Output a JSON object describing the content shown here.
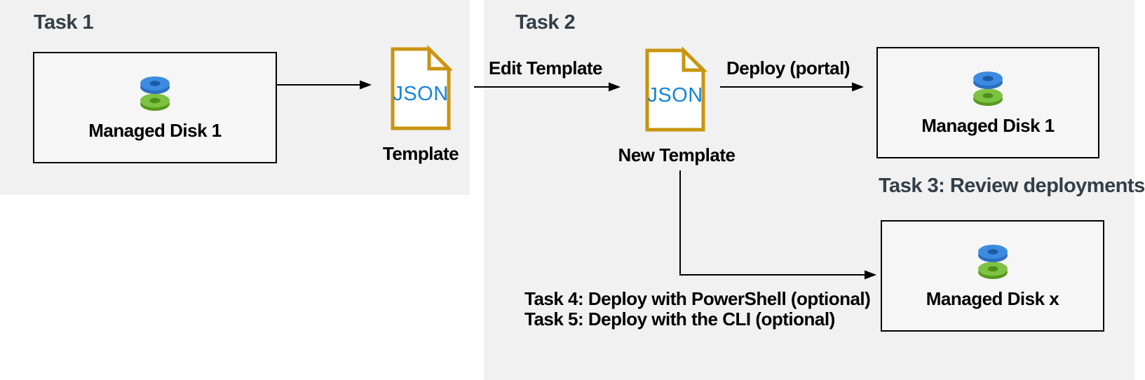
{
  "task1": {
    "title": "Task 1",
    "disk_box": {
      "label": "Managed Disk 1"
    },
    "template_doc": {
      "text": "JSON",
      "caption": "Template"
    }
  },
  "task2": {
    "title": "Task 2",
    "edit_arrow_label": "Edit Template",
    "template_doc": {
      "text": "JSON",
      "caption": "New Template"
    },
    "deploy_arrow_label": "Deploy (portal)",
    "disk_box": {
      "label": "Managed Disk 1"
    }
  },
  "task3": {
    "title": "Task 3: Review deployments",
    "disk_box": {
      "label": "Managed Disk x"
    }
  },
  "task4_label": "Task 4: Deploy with PowerShell (optional)",
  "task5_label": "Task 5: Deploy with the CLI (optional)",
  "colors": {
    "panel_background": "#f1f1f1",
    "heading_text": "#333e48",
    "body_text": "#000000",
    "document_border": "#c9940e",
    "json_text": "#1584d8",
    "disk_blue": "#3d8be0",
    "disk_green": "#7dc243",
    "arrow": "#000000"
  }
}
